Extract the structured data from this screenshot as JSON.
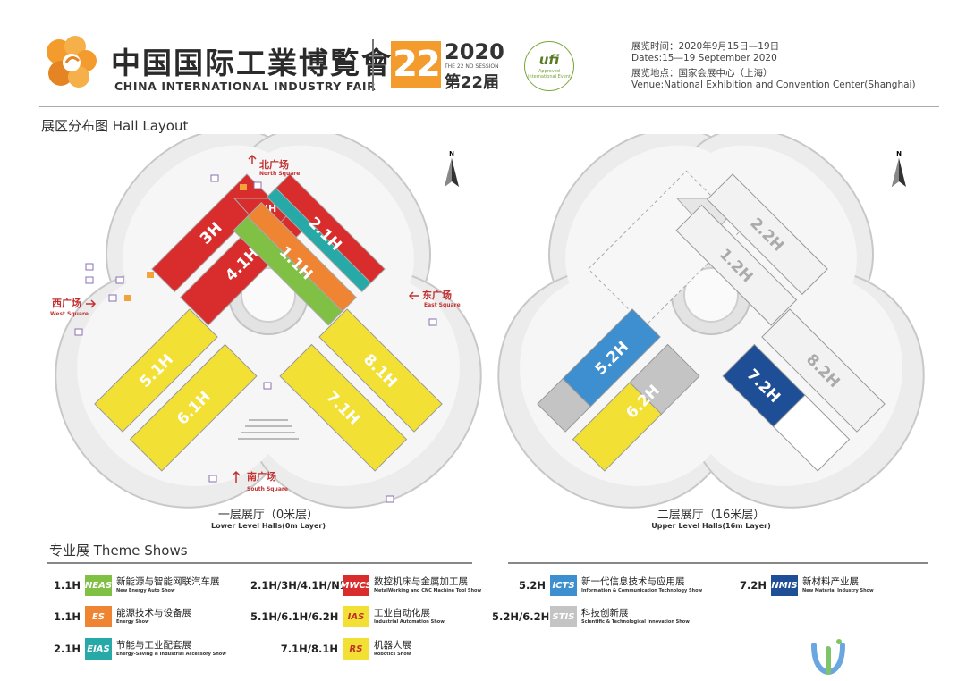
{
  "header": {
    "title_cn": "中国国际工業博覧會",
    "title_en": "CHINA INTERNATIONAL INDUSTRY FAIR",
    "session_number": "22",
    "year": "2020",
    "session_en": "THE 22 ND SESSION",
    "session_cn": "第22届",
    "ufi_logo": "ufi",
    "ufi_sub": "Approved International Event",
    "date_cn": "展览时间：2020年9月15日—19日",
    "date_en": "Dates:15—19 September 2020",
    "venue_cn": "展览地点：国家会展中心（上海）",
    "venue_en": "Venue:National Exhibition and Convention Center(Shanghai)"
  },
  "section_title": "展区分布图 Hall Layout",
  "colors": {
    "red": "#d92c2c",
    "teal": "#27a9a8",
    "orange": "#ef8432",
    "green": "#7fc045",
    "yellow": "#f2e034",
    "blue": "#3d8fd0",
    "navy": "#1e4f96",
    "gray": "#c4c4c4",
    "accent_orange": "#f39b2d"
  },
  "map_lower": {
    "halls": [
      "3H",
      "4.1H",
      "NH",
      "2.1H",
      "1.1H",
      "5.1H",
      "6.1H",
      "8.1H",
      "7.1H"
    ],
    "north_cn": "北广场",
    "north_en": "North Square",
    "west_cn": "西广场",
    "west_en": "West Square",
    "east_cn": "东广场",
    "east_en": "East Square",
    "south_cn": "南广场",
    "south_en": "South Square",
    "label_cn": "一层展厅（0米层）",
    "label_en": "Lower Level Halls(0m Layer)",
    "north_icon": "N"
  },
  "map_upper": {
    "halls": [
      "2.2H",
      "1.2H",
      "5.2H",
      "6.2H",
      "8.2H",
      "7.2H"
    ],
    "label_cn": "二层展厅（16米层）",
    "label_en": "Upper Level Halls(16m Layer)",
    "north_icon": "N"
  },
  "theme_title": "专业展 Theme Shows",
  "theme_shows": [
    {
      "halls": "1.1H",
      "badge": "NEAS",
      "color": "#7fc045",
      "cn": "新能源与智能网联汽车展",
      "en": "New Energy Auto Show"
    },
    {
      "halls": "1.1H",
      "badge": "ES",
      "color": "#ef8432",
      "cn": "能源技术与设备展",
      "en": "Energy Show"
    },
    {
      "halls": "2.1H",
      "badge": "EIAS",
      "color": "#27a9a8",
      "cn": "节能与工业配套展",
      "en": "Energy-Saving & Industrial Accessory Show"
    },
    {
      "halls": "2.1H/3H/4.1H/NH",
      "badge": "MWCS",
      "color": "#d92c2c",
      "cn": "数控机床与金属加工展",
      "en": "MetalWorking and CNC Machine Tool Show"
    },
    {
      "halls": "5.1H/6.1H/6.2H",
      "badge": "IAS",
      "color": "#f2e034",
      "cn": "工业自动化展",
      "en": "Industrial Automation Show"
    },
    {
      "halls": "7.1H/8.1H",
      "badge": "RS",
      "color": "#f2e034",
      "cn": "机器人展",
      "en": "Robotics Show"
    },
    {
      "halls": "5.2H",
      "badge": "ICTS",
      "color": "#3d8fd0",
      "cn": "新一代信息技术与应用展",
      "en": "Information & Communication Technology Show"
    },
    {
      "halls": "5.2H/6.2H",
      "badge": "STIS",
      "color": "#c4c4c4",
      "cn": "科技创新展",
      "en": "Scientific & Technological Innovation Show"
    },
    {
      "halls": "7.2H",
      "badge": "NMIS",
      "color": "#1e4f96",
      "cn": "新材料产业展",
      "en": "New Material Industry Show"
    }
  ]
}
